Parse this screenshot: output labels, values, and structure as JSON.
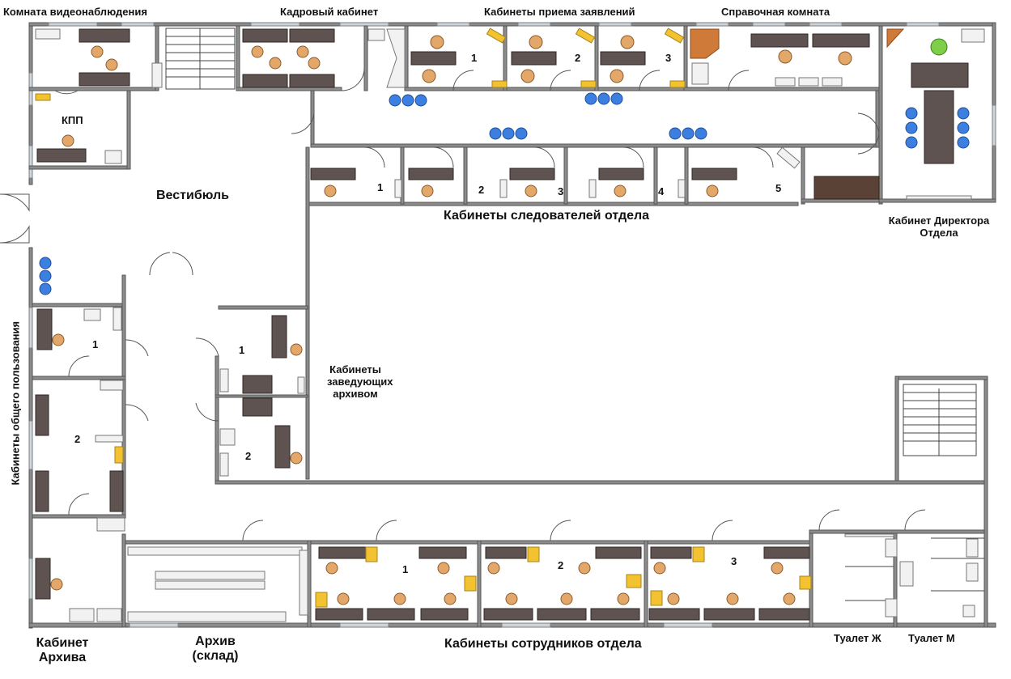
{
  "rooms": {
    "video_room": "Комната видеонаблюдения",
    "hr_office": "Кадровый кабинет",
    "applications": "Кабинеты приема заявлений",
    "reference_room": "Справочная комната",
    "checkpoint": "КПП",
    "lobby": "Вестибюль",
    "investigators": "Кабинеты следователей отдела",
    "director": "Кабинет Директора Отдела",
    "public_offices": "Кабинеты общего пользования",
    "archive_heads": "Кабинеты заведующих архивом",
    "archive_office": "Кабинет Архива",
    "archive_storage": "Архив (склад)",
    "staff_offices": "Кабинеты сотрудников отдела",
    "toilet_f": "Туалет Ж",
    "toilet_m": "Туалет М"
  },
  "numbers": {
    "app_1": "1",
    "app_2": "2",
    "app_3": "3",
    "inv_1": "1",
    "inv_2": "2",
    "inv_3": "3",
    "inv_4": "4",
    "inv_5": "5",
    "pub_1": "1",
    "pub_2": "2",
    "arch_1": "1",
    "arch_2": "2",
    "staff_1": "1",
    "staff_2": "2",
    "staff_3": "3"
  },
  "colors": {
    "wall": "#8c8c8c",
    "desk": "#5e5350",
    "chair": "#e3a869",
    "visitor_chair": "#3d7fe0",
    "cabinet": "#f2c230"
  }
}
